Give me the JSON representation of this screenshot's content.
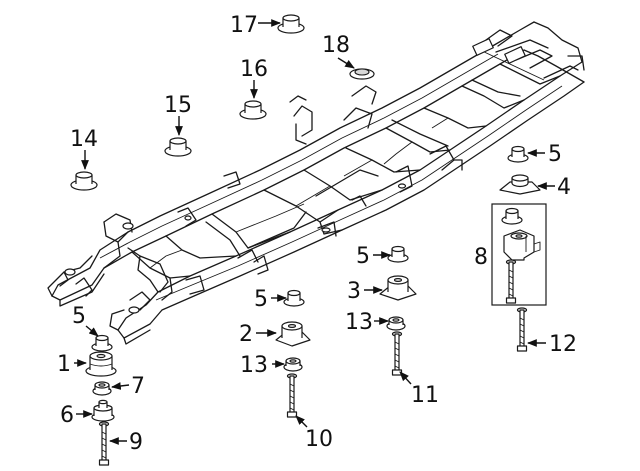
{
  "callouts": {
    "c1": "1",
    "c2": "2",
    "c3": "3",
    "c4": "4",
    "c5a": "5",
    "c5b": "5",
    "c5c": "5",
    "c5d": "5",
    "c6": "6",
    "c7": "7",
    "c8": "8",
    "c9": "9",
    "c10": "10",
    "c11": "11",
    "c12": "12",
    "c13a": "13",
    "c13b": "13",
    "c14": "14",
    "c15": "15",
    "c16": "16",
    "c17": "17",
    "c18": "18"
  },
  "icons": {
    "nut": "flange-nut-icon",
    "mount": "body-mount-icon",
    "bolt": "bolt-icon",
    "washer": "washer-icon",
    "frame": "vehicle-frame"
  }
}
